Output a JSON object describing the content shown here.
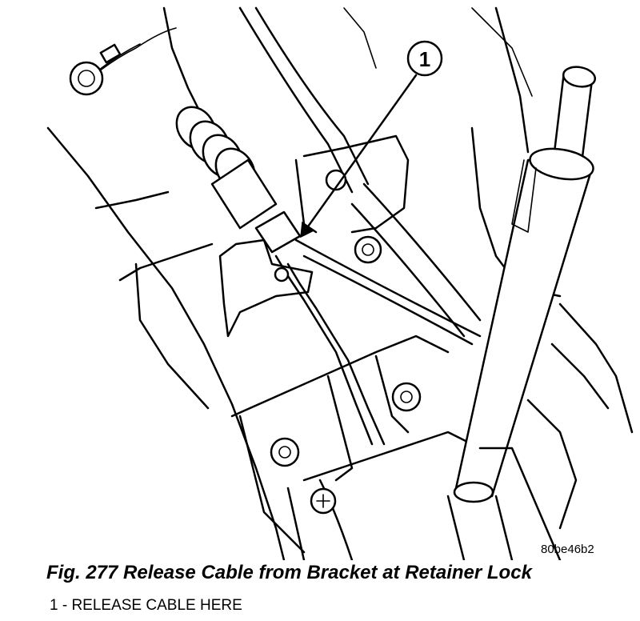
{
  "figure": {
    "callout_number": "1",
    "image_code": "80be46b2",
    "caption": "Fig. 277 Release Cable from Bracket at Retainer Lock",
    "legend": [
      {
        "text": "1 - RELEASE CABLE HERE"
      }
    ]
  }
}
